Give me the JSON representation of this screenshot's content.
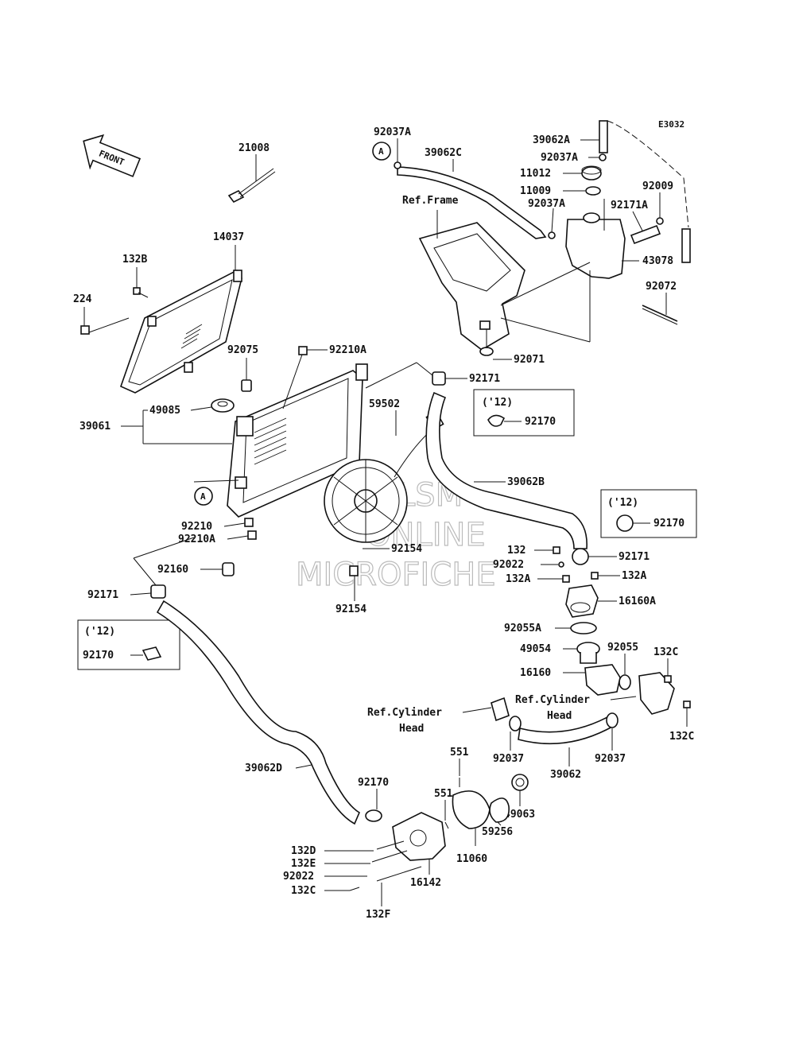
{
  "diagram": {
    "code": "E3032",
    "front_label": "FRONT",
    "watermark": [
      "LSM",
      "ONLINE",
      "MICROFICHE"
    ],
    "circle_marker": "A",
    "notes": {
      "ref_frame": "Ref.Frame",
      "ref_cyl_left_1": "Ref.Cylinder",
      "ref_cyl_left_2": "Head",
      "ref_cyl_right_1": "Ref.Cylinder",
      "ref_cyl_right_2": "Head",
      "year_12": "('12)"
    },
    "labels": {
      "p21008": "21008",
      "p14037": "14037",
      "p132B": "132B",
      "p224": "224",
      "p92075": "92075",
      "p92210A_top": "92210A",
      "p49085": "49085",
      "p39061": "39061",
      "p92210": "92210",
      "p92210A": "92210A",
      "p92160": "92160",
      "p92171_left": "92171",
      "p92170_box_left": "92170",
      "p59502": "59502",
      "p92154_a": "92154",
      "p92154_b": "92154",
      "p92171_mid": "92171",
      "p92170_box_mid": "92170",
      "p39062B": "39062B",
      "p92170_box_right": "92170",
      "p92037A_top": "92037A",
      "p39062C": "39062C",
      "p39062A": "39062A",
      "p92037A_b": "92037A",
      "p11012": "11012",
      "p11009": "11009",
      "p92037A_c": "92037A",
      "p92171A": "92171A",
      "p92009": "92009",
      "p43078": "43078",
      "p92072": "92072",
      "p92071": "92071",
      "p132": "132",
      "p92022_top": "92022",
      "p132A_left": "132A",
      "p92171_right": "92171",
      "p132A_right": "132A",
      "p16160A": "16160A",
      "p92055A": "92055A",
      "p49054": "49054",
      "p92055": "92055",
      "p132C_top": "132C",
      "p16160": "16160",
      "p132C_right": "132C",
      "p92037_left": "92037",
      "p92037_right": "92037",
      "p39062": "39062",
      "p39062D": "39062D",
      "p92170_bottom": "92170",
      "p551_top": "551",
      "p551_mid": "551",
      "p49063": "49063",
      "p59256": "59256",
      "p11060": "11060",
      "p132D": "132D",
      "p132E": "132E",
      "p92022_bottom": "92022",
      "p132C_bottom": "132C",
      "p16142": "16142",
      "p132F": "132F"
    }
  }
}
